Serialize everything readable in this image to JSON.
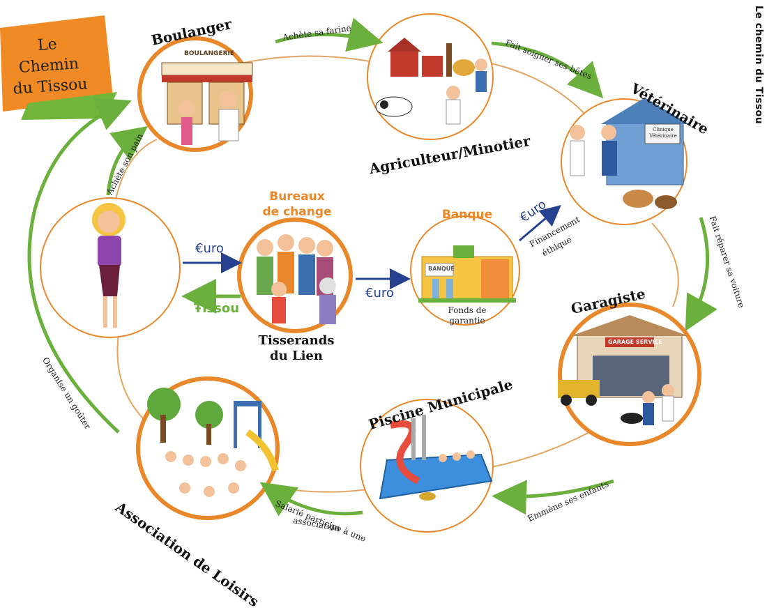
{
  "logo": {
    "text": "Le Chemin du Tissou"
  },
  "side_title": "Le chemin du Tissou",
  "nodes": {
    "boulanger": {
      "title": "Boulanger",
      "sign": "BOULANGERIE"
    },
    "agriculteur": {
      "title": "Agriculteur/Minotier"
    },
    "veterinaire": {
      "title": "Vétérinaire",
      "sign": "Clinique Vétérinaire"
    },
    "garagiste": {
      "title": "Garagiste",
      "sign": "GARAGE SERVICE"
    },
    "piscine": {
      "title": "Piscine Municipale"
    },
    "association": {
      "title": "Association de Loisirs"
    },
    "bureaux": {
      "title_line1": "Bureaux",
      "title_line2": "de change",
      "subtitle_line1": "Tisserands",
      "subtitle_line2": "du Lien"
    },
    "banque": {
      "title": "Banque",
      "sign": "BANQUE",
      "caption_line1": "Fonds de",
      "caption_line2": "garantie"
    }
  },
  "edges": {
    "boul_agri": "Achète sa farine",
    "agri_vet": "Fait soigner ses bêtes",
    "vet_gar": "Fait réparer sa voiture",
    "gar_pisc": "Emmène ses enfants",
    "pisc_assoc_line1": "Salarié participe à une",
    "pisc_assoc_line2": "association",
    "assoc_loop": "Organise un goûter",
    "person_boul": "Achète son pain",
    "banque_vet_line1": "Financement",
    "banque_vet_line2": "éthique"
  },
  "currency": {
    "euro_to_bureaux": "€uro",
    "tissou_back": "Ŧissou",
    "euro_to_banque": "€uro",
    "euro_banque_vet": "€uro"
  },
  "colors": {
    "circle_border": "#e9882a",
    "thin_line": "#e3a561",
    "green": "#6bb03c",
    "blue": "#26418f",
    "logo_orange": "#f08a24",
    "logo_green": "#71b63a"
  }
}
